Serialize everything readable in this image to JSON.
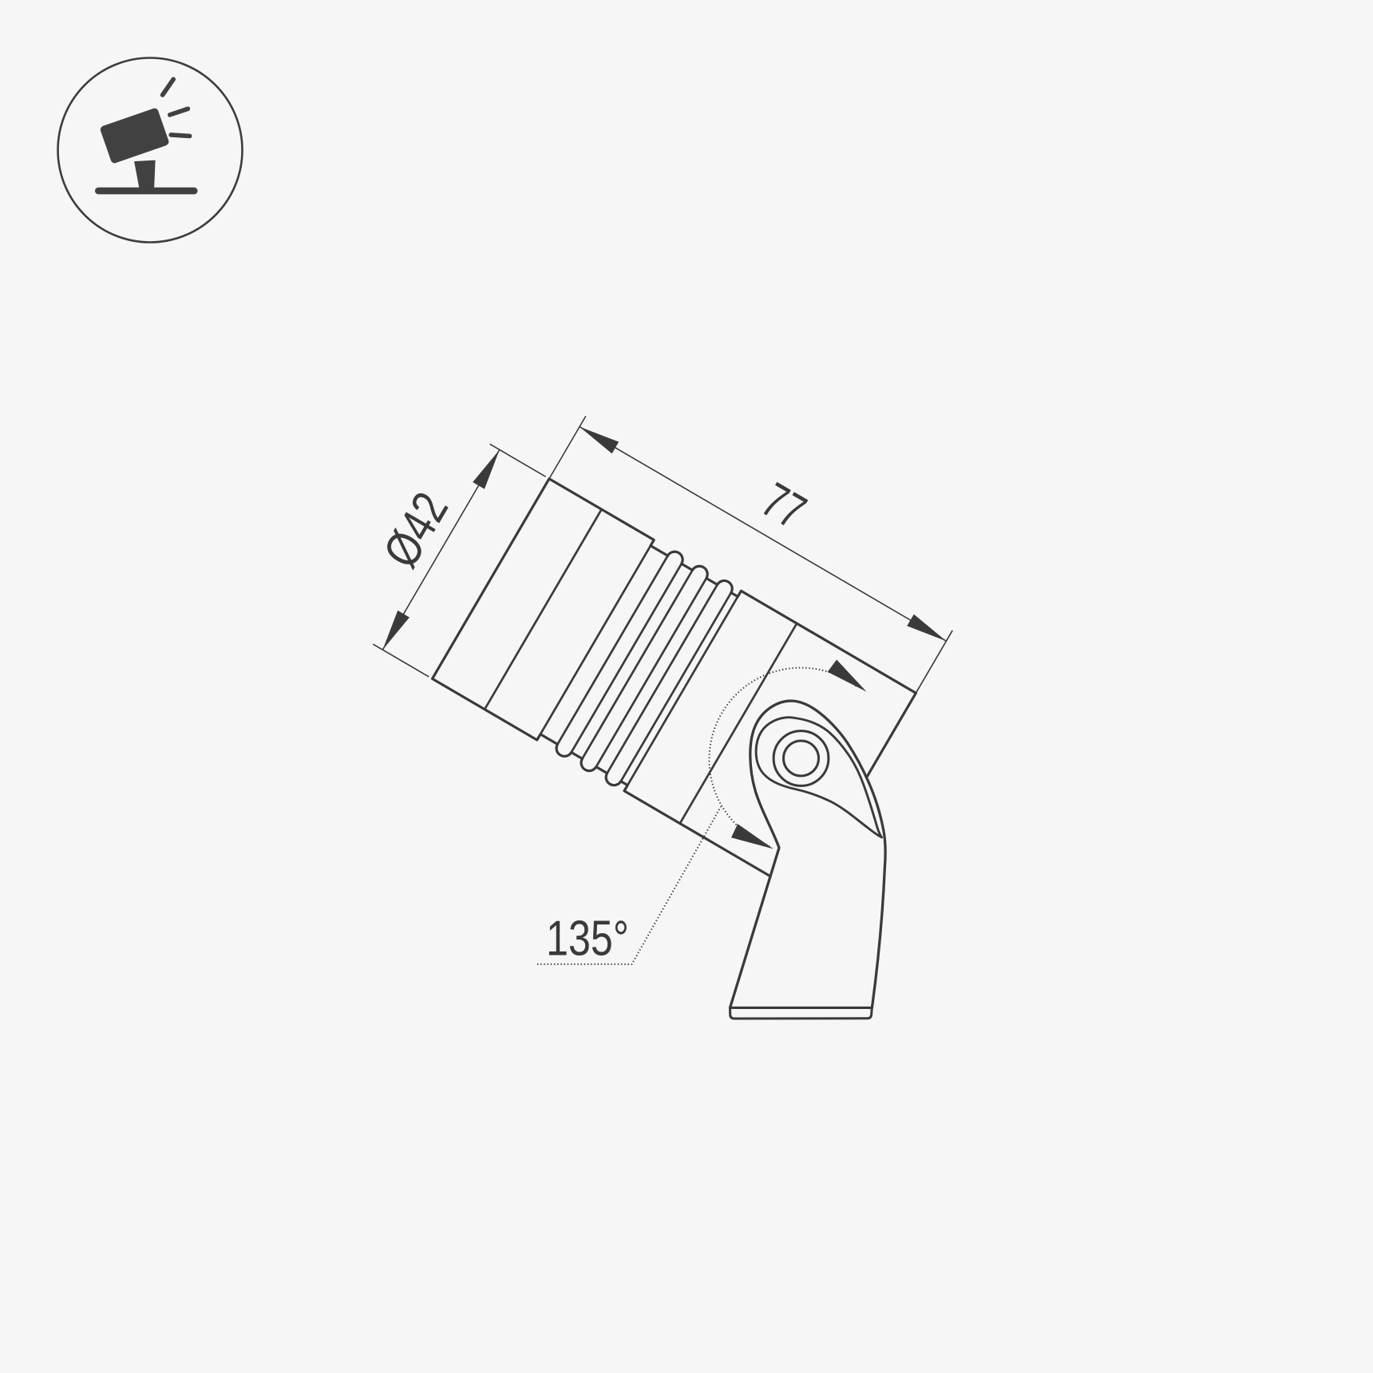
{
  "page": {
    "background_color": "#f6f6f6",
    "line_color": "#3a3a3a",
    "kind": "technical drawing"
  },
  "icon": {
    "meaning": "adjustable ground spotlight pictogram"
  },
  "drawing": {
    "subject": "LED spotlight side view with tilting mounting bracket",
    "units": "mm",
    "diameter_mm": 42,
    "length_mm": 77,
    "tilt_range_deg": 135,
    "labels": {
      "diameter": "Ø42",
      "length": "77",
      "angle": "135°"
    }
  }
}
